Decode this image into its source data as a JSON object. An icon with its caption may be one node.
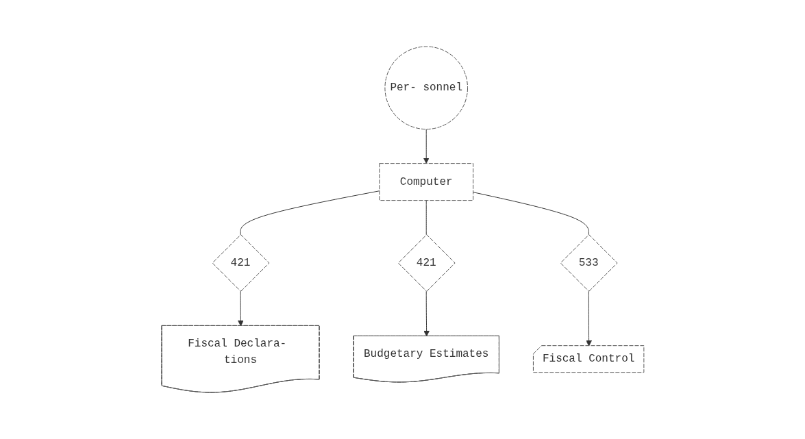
{
  "diagram": {
    "nodes": [
      {
        "text": [
          "Per- sonnel"
        ]
      },
      {
        "text": [
          "Fiscal Declara- tions"
        ]
      },
      {
        "text": [
          "421"
        ]
      },
      {
        "text": [
          "Computer"
        ]
      },
      {
        "text": [
          "421"
        ]
      },
      {
        "text": [
          "Budgetary Estimates"
        ]
      },
      {
        "text": [
          "533"
        ]
      },
      {
        "text": [
          "Fiscal Control"
        ]
      }
    ],
    "edges": [
      {
        "from": 0,
        "to": 3,
        "arrow": "to"
      },
      {
        "from": 3,
        "to": 2,
        "arrow": "none"
      },
      {
        "from": 2,
        "to": 1,
        "arrow": "to"
      },
      {
        "from": 3,
        "to": 4,
        "arrow": "none"
      },
      {
        "from": 4,
        "to": 5,
        "arrow": "to"
      },
      {
        "from": 3,
        "to": 6,
        "arrow": "none"
      },
      {
        "from": 6,
        "to": 7,
        "arrow": "to"
      }
    ]
  }
}
